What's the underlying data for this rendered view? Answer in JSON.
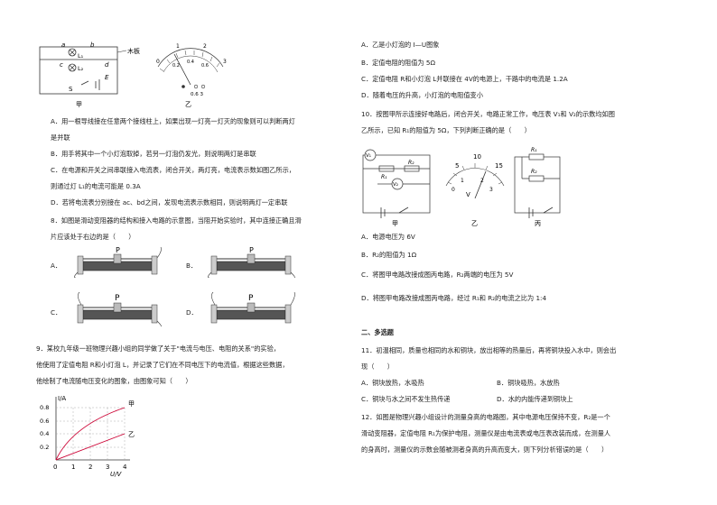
{
  "left": {
    "fig1": {
      "label_a": "a",
      "label_b": "b",
      "label_c": "c",
      "label_d": "d",
      "label_L1": "L₁",
      "label_L2": "L₂",
      "label_S": "S",
      "label_E": "E",
      "board_label": "木板",
      "meter_ticks": [
        "0",
        "1",
        "2",
        "3"
      ],
      "meter_inner": [
        "0.2",
        "0.4",
        "0.6"
      ],
      "meter_terminals": "0.6  3",
      "caption_jia": "甲",
      "caption_yi": "乙"
    },
    "q7_opts": [
      "A．用一根导线接在任意两个接线柱上，如果出现一灯亮一灯灭的现象则可以判断两灯",
      "是并联",
      "B．用手将其中一个小灯泡取掉，若另一灯泡仍发光，则说明两灯是串联",
      "C．在电源和开关之间串联接入电流表，闭合开关，两灯亮，电流表示数如图乙所示，",
      "则通过灯 L₁的电流可能是 0.3A",
      "D．若将电流表分别接在 ac、bd之间，发现电流表示数相同，则说明两灯一定串联"
    ],
    "q8": [
      "8．如图是滑动变阻器的结构和接入电路的示意图，当阻开始实验时，其中连接正确且滑",
      "片应该处于右边的是（　　）"
    ],
    "rheo_labels": [
      "A．",
      "B．",
      "C．",
      "D．"
    ],
    "rheo_p": "P",
    "q9": [
      "9．某校九年级一班物理兴趣小组的同学做了关于\"电流与电压、电阻的关系\"的实验，",
      "他使用了定值电阻 R和小灯泡 L，并记录了它们在不同电压下的电流值，根据这些数据，",
      "他绘制了电流随电压变化的图象，由图象可知（　　）"
    ],
    "graph": {
      "ylabel": "I/A",
      "yticks": [
        "0.8",
        "0.6",
        "0.4",
        "0.2"
      ],
      "xticks": [
        "0",
        "1",
        "2",
        "3",
        "4"
      ],
      "xlabel": "U/V",
      "curve_jia": "甲",
      "curve_yi": "乙"
    }
  },
  "right": {
    "q9_opts": [
      "A．乙是小灯泡的 I—U图象",
      "B．定值电阻的阻值为 5Ω",
      "C．定值电阻 R和小灯泡 L并联接在 4V的电源上，干路中的电流是 1.2A",
      "D．随着电压的升高，小灯泡的电阻值变小"
    ],
    "q10": [
      "10．按图甲所示连接好电路后，闭合开关，电路正常工作，电压表 V₁和 V₂的示数均如图",
      "乙所示，已知 R₁的阻值为 5Ω，下列判断正确的是（　　）"
    ],
    "fig10": {
      "v1": "V₁",
      "v2": "V₂",
      "r1": "R₁",
      "r2": "R₂",
      "dial_ticks": [
        "5",
        "10",
        "15",
        "0",
        "1",
        "2",
        "3"
      ],
      "dial_v": "V",
      "cap_jia": "甲",
      "cap_yi": "乙",
      "cap_bing": "丙"
    },
    "q10_opts": [
      "A．电源电压为 6V",
      "B．R₂的阻值为 1Ω",
      "C．将图甲电路改接成图丙电路，R₂两端的电压为 5V",
      "D．将图甲电路改接成图丙电路，经过 R₁和 R₂的电流之比为 1:4"
    ],
    "section2": "二、多选题",
    "q11": [
      "11．初温相同，质量也相同的水和铜块，放出相等的热量后，再将铜块投入水中，则会出",
      "现（　　）"
    ],
    "q11_opts": {
      "a": "A．铜块放热，水吸热",
      "b": "B．铜块吸热，水放热",
      "c": "C．铜块与水之间不发生热传递",
      "d": "D．水的内能传递到铜块上"
    },
    "q12": [
      "12．如图是物理兴趣小组设计的测量身高的电路图，其中电源电压保持不变，R₂是一个",
      "滑动变阻器，定值电阻 R₁为保护电阻，测量仪是由电流表或电压表改装而成，在测量人",
      "的身高时，测量仪的示数会随被测者身高的升高而变大，则下列分析错误的是（　　）"
    ]
  }
}
